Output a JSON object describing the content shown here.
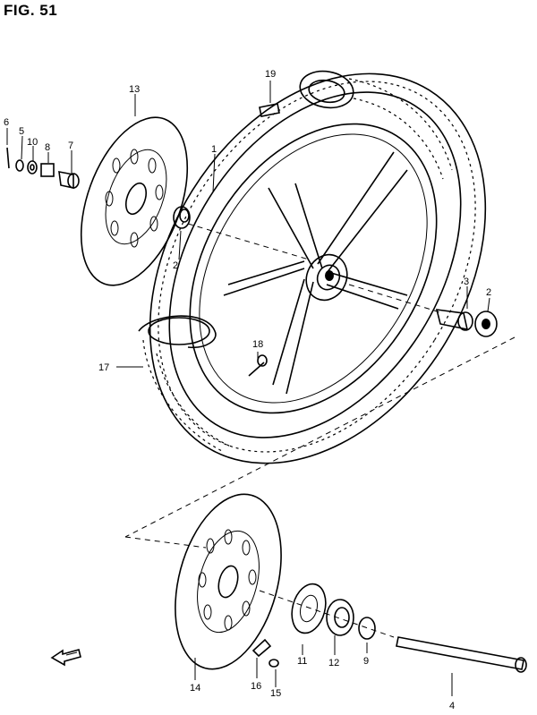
{
  "figure": {
    "title": "FIG. 51"
  },
  "parts": [
    {
      "key": "p1",
      "label": "1"
    },
    {
      "key": "p2a",
      "label": "2"
    },
    {
      "key": "p2b",
      "label": "2"
    },
    {
      "key": "p3",
      "label": "3"
    },
    {
      "key": "p4",
      "label": "4"
    },
    {
      "key": "p5",
      "label": "5"
    },
    {
      "key": "p6",
      "label": "6"
    },
    {
      "key": "p7",
      "label": "7"
    },
    {
      "key": "p8",
      "label": "8"
    },
    {
      "key": "p9",
      "label": "9"
    },
    {
      "key": "p10",
      "label": "10"
    },
    {
      "key": "p11",
      "label": "11"
    },
    {
      "key": "p12",
      "label": "12"
    },
    {
      "key": "p13",
      "label": "13"
    },
    {
      "key": "p14",
      "label": "14"
    },
    {
      "key": "p15",
      "label": "15"
    },
    {
      "key": "p16",
      "label": "16"
    },
    {
      "key": "p17",
      "label": "17"
    },
    {
      "key": "p18",
      "label": "18"
    },
    {
      "key": "p19",
      "label": "19"
    }
  ],
  "direction_marker": {
    "icon": "front-arrow-icon"
  }
}
